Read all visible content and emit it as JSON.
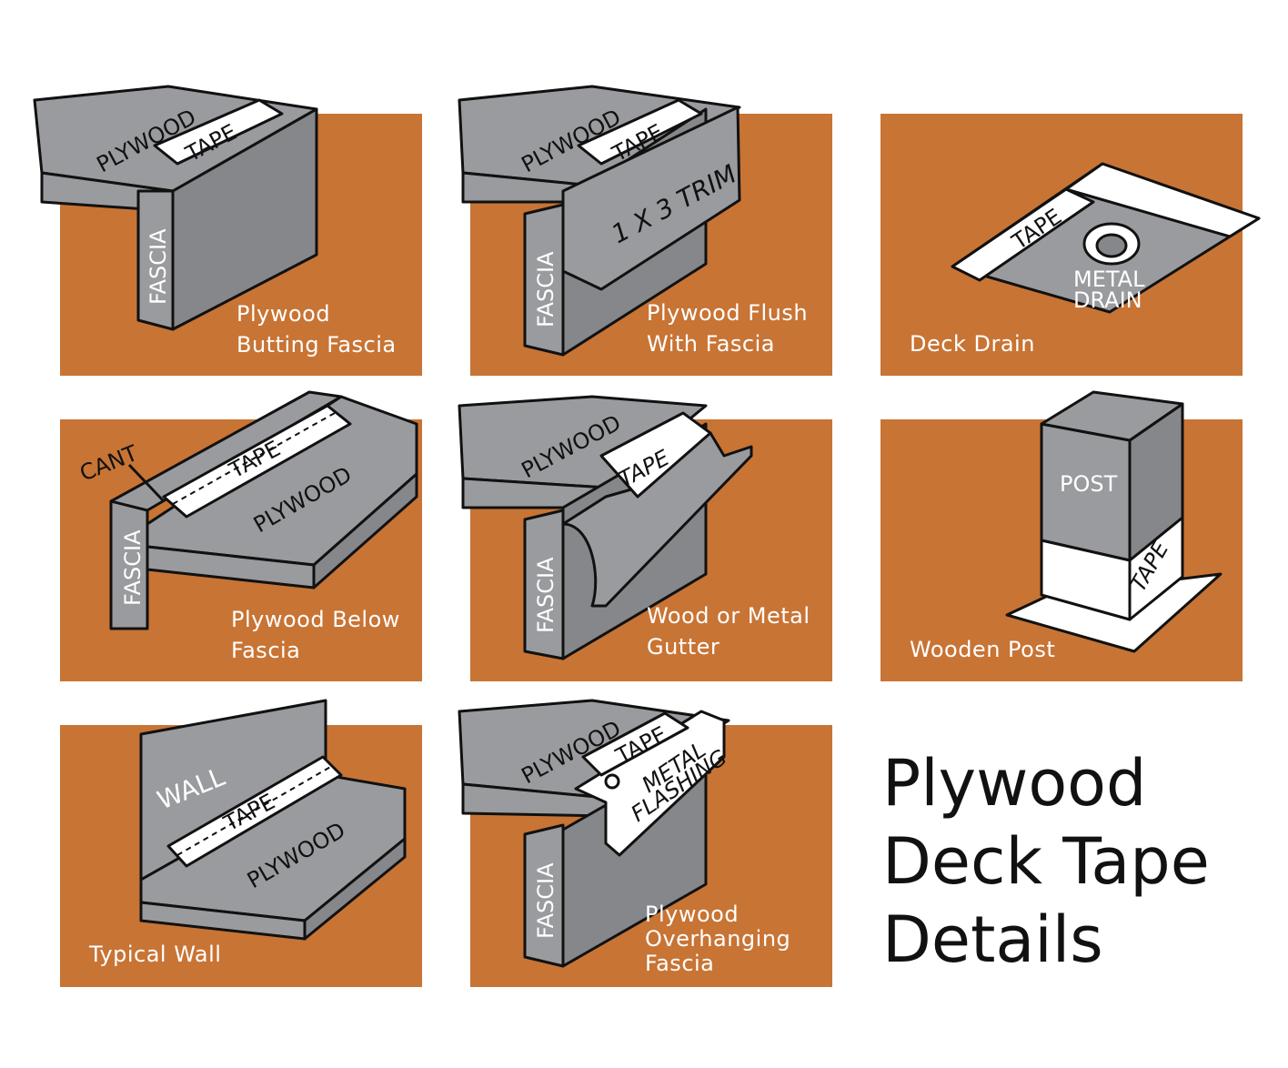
{
  "title": "Plywood\nDeck Tape\nDetails",
  "colors": {
    "panel": "#c87435",
    "wood": "#9a9b9e",
    "tape": "#ffffff",
    "outline": "#111111"
  },
  "panels": [
    {
      "id": "butting",
      "caption": "Plywood\nButting Fascia",
      "labels": {
        "plywood": "PLYWOOD",
        "tape": "TAPE",
        "fascia": "FASCIA"
      }
    },
    {
      "id": "flush",
      "caption": "Plywood Flush\nWith Fascia",
      "labels": {
        "plywood": "PLYWOOD",
        "tape": "TAPE",
        "trim": "1 X 3 TRIM",
        "fascia": "FASCIA"
      }
    },
    {
      "id": "drain",
      "caption": "Deck Drain",
      "labels": {
        "tape": "TAPE",
        "metal": "METAL",
        "drain": "DRAIN"
      }
    },
    {
      "id": "below",
      "caption": "Plywood Below\nFascia",
      "labels": {
        "cant": "CANT",
        "tape": "TAPE",
        "plywood": "PLYWOOD",
        "fascia": "FASCIA"
      }
    },
    {
      "id": "gutter",
      "caption": "Wood or Metal\nGutter",
      "labels": {
        "plywood": "PLYWOOD",
        "tape": "TAPE",
        "fascia": "FASCIA"
      }
    },
    {
      "id": "post",
      "caption": "Wooden Post",
      "labels": {
        "post": "POST",
        "tape": "TAPE"
      }
    },
    {
      "id": "wall",
      "caption": "Typical Wall",
      "labels": {
        "wall": "WALL",
        "tape": "TAPE",
        "plywood": "PLYWOOD"
      }
    },
    {
      "id": "overhang",
      "caption": "Plywood\nOverhanging\nFascia",
      "labels": {
        "plywood": "PLYWOOD",
        "tape": "TAPE",
        "metal": "METAL",
        "flashing": "FLASHING",
        "fascia": "FASCIA"
      }
    }
  ]
}
